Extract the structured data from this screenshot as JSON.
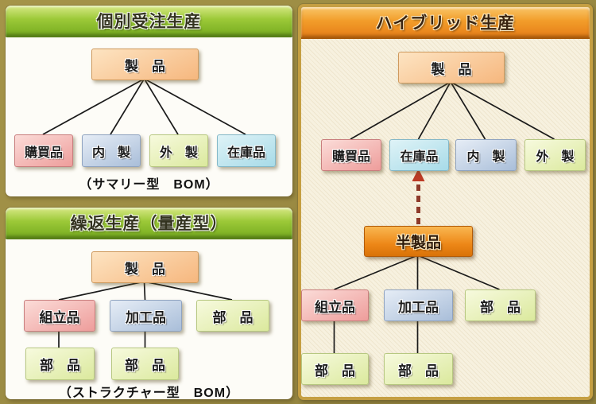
{
  "panels": {
    "order": {
      "title": "個別受注生産",
      "caption": "（サマリー型　BOM）",
      "root": "製　品",
      "children": [
        "購買品",
        "内　製",
        "外　製",
        "在庫品"
      ]
    },
    "repetitive": {
      "title": "繰返生産（量産型）",
      "caption": "（ストラクチャー型　BOM）",
      "root": "製　品",
      "children": [
        "組立品",
        "加工品",
        "部　品"
      ],
      "grandchildren": [
        "部　品",
        "部　品"
      ]
    },
    "hybrid": {
      "title": "ハイブリッド生産",
      "root": "製　品",
      "children": [
        "購買品",
        "在庫品",
        "内　製",
        "外　製"
      ],
      "semi": "半製品",
      "semi_children": [
        "組立品",
        "加工品",
        "部　品"
      ],
      "grandchildren": [
        "部　品",
        "部　品"
      ]
    }
  },
  "colors": {
    "page_border": "#998a40",
    "green_header": "#8cc028",
    "orange_header": "#ef961f",
    "product_box": "#f6b77e",
    "semi_product_box": "#ed8717",
    "pink_box": "#ee9d9b",
    "blue_box": "#a9bed9",
    "yellow_green_box": "#dbe99d",
    "cyan_box": "#a7dbe8",
    "dashed_arrow": "#8e3a2a",
    "connector_line": "#1a1a1a"
  }
}
